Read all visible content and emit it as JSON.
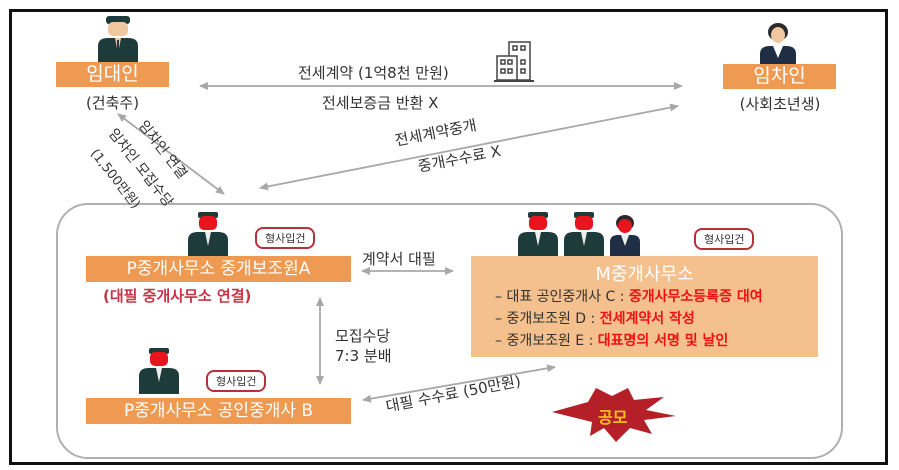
{
  "landlord": {
    "label": "임대인",
    "sub": "(건축주)",
    "icon": "businessman-icon"
  },
  "tenant": {
    "label": "임차인",
    "sub": "(사회초년생)",
    "icon": "businesswoman-icon"
  },
  "top_arrow": {
    "label": "전세계약 (1억8천 만원)",
    "sub_red": "전세보증금 반환 X",
    "icon": "building-icon"
  },
  "diag_arrow": {
    "label": "전세계약중개",
    "sub_red": "중개수수료 X"
  },
  "left_arrow": {
    "label": "임차인 연결",
    "sub_red": "임차인 모집수당",
    "amount": "(1,500만원)"
  },
  "agent_a": {
    "label": "P중개사무소 중개보조원A",
    "sub_red": "(대필 중개사무소 연결)",
    "tag": "형사입건"
  },
  "agent_b": {
    "label": "P중개사무소 공인중개사 B",
    "tag": "형사입건"
  },
  "contract_arrow": {
    "label": "계약서 대필"
  },
  "commission_arrow": {
    "line1": "모집수당",
    "line2": "7:3 분배"
  },
  "fee_arrow": {
    "label": "대필 수수료 (50만원)"
  },
  "m_office": {
    "title": "M중개사무소",
    "tag": "형사입건",
    "lines": [
      {
        "prefix": "– 대표 공인중개사 C : ",
        "highlight": "중개사무소등록증 대여"
      },
      {
        "prefix": "– 중개보조원 D : ",
        "highlight": "전세계약서 작성"
      },
      {
        "prefix": "– 중개보조원 E : ",
        "highlight": "대표명의 서명 및 날인"
      }
    ]
  },
  "conspiracy": {
    "label": "공모"
  },
  "colors": {
    "orange": "#EE9A52",
    "light_orange": "#F3C08E",
    "red_text": "#c63545",
    "bright_red": "#ee1111",
    "starburst": "#b51f27",
    "starburst_text": "#f5c518"
  }
}
